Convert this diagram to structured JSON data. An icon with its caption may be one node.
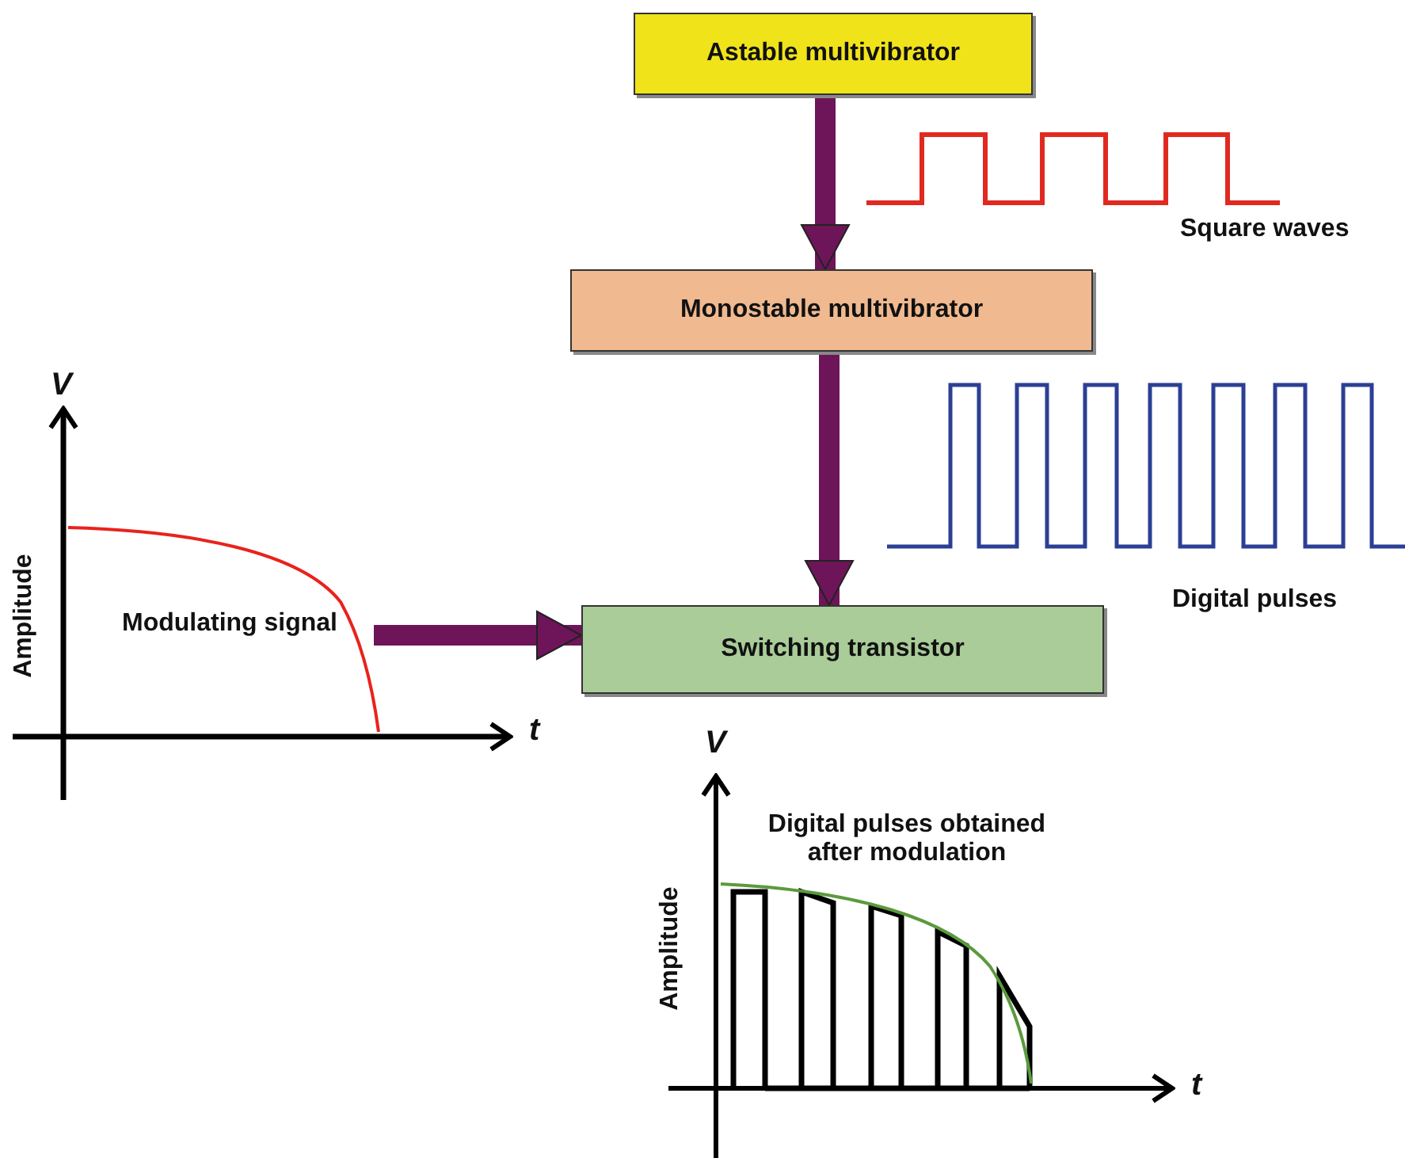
{
  "diagram": {
    "nodes": [
      {
        "text": [
          "Astable multivibrator"
        ]
      },
      {
        "text": [
          "Monostable multivibrator"
        ]
      },
      {
        "text": [
          "Switching transistor"
        ]
      },
      {
        "text": [
          "Modulating signal"
        ]
      }
    ],
    "edges": [
      {
        "from": 0,
        "to": 1,
        "arrow": "to"
      },
      {
        "from": 1,
        "to": 2,
        "arrow": "to"
      },
      {
        "from": 3,
        "to": 2,
        "arrow": "to"
      }
    ],
    "labels": [
      "V",
      "Amplitude",
      "t",
      "Square waves",
      "Digital pulses",
      "V",
      "Digital pulses obtained after modulation",
      "Amplitude",
      "t"
    ]
  }
}
